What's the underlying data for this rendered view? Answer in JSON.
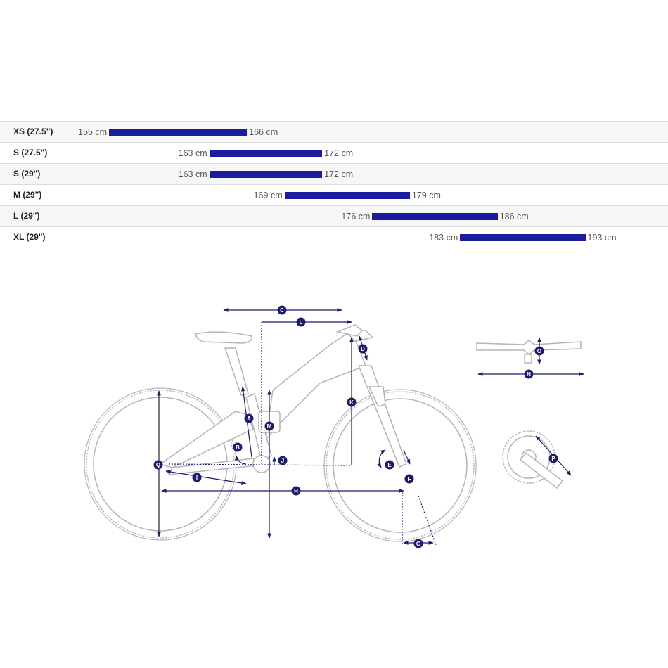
{
  "size_chart": {
    "rows": [
      {
        "size": "XS (27.5\")",
        "min_label": "155 cm",
        "max_label": "166 cm",
        "min_cm": 155,
        "max_cm": 166
      },
      {
        "size": "S (27.5\")",
        "min_label": "163 cm",
        "max_label": "172 cm",
        "min_cm": 163,
        "max_cm": 172
      },
      {
        "size": "S (29\")",
        "min_label": "163 cm",
        "max_label": "172 cm",
        "min_cm": 163,
        "max_cm": 172
      },
      {
        "size": "M (29\")",
        "min_label": "169 cm",
        "max_label": "179 cm",
        "min_cm": 169,
        "max_cm": 179
      },
      {
        "size": "L (29\")",
        "min_label": "176 cm",
        "max_label": "186 cm",
        "min_cm": 176,
        "max_cm": 186
      },
      {
        "size": "XL (29\")",
        "min_label": "183 cm",
        "max_label": "193 cm",
        "min_cm": 183,
        "max_cm": 193
      }
    ],
    "bar_color": "#1c1ca0"
  },
  "geometry_diagram": {
    "frame_color": "#b3b3ba",
    "measure_color": "#1c1c6e",
    "markers": {
      "A": "A",
      "B": "B",
      "C": "C",
      "D": "D",
      "E": "E",
      "F": "F",
      "G": "G",
      "H": "H",
      "I": "I",
      "J": "J",
      "K": "K",
      "L": "L",
      "M": "M",
      "N": "N",
      "O": "O",
      "P": "P",
      "Q": "Q"
    }
  }
}
